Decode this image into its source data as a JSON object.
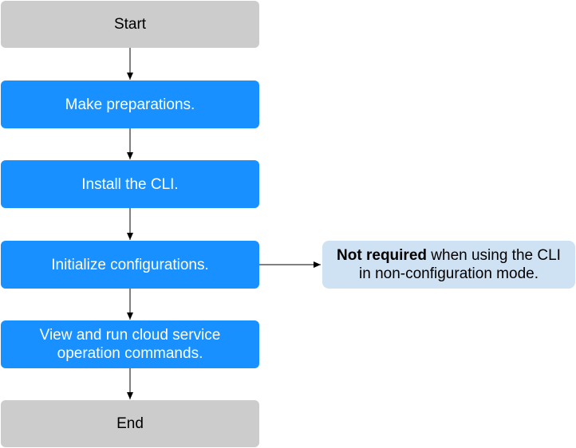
{
  "flowchart": {
    "start_label": "Start",
    "end_label": "End",
    "steps": [
      {
        "label": "Make preparations."
      },
      {
        "label": "Install the CLI."
      },
      {
        "label": "Initialize configurations."
      },
      {
        "label": "View and run cloud service operation commands."
      }
    ],
    "note": {
      "bold_text": "Not required",
      "rest_text": " when using the CLI in non-configuration mode."
    }
  },
  "colors": {
    "step_fill": "#1890ff",
    "terminal_fill": "#cccccc",
    "note_fill": "#cfe2f3",
    "connector": "#000000"
  }
}
